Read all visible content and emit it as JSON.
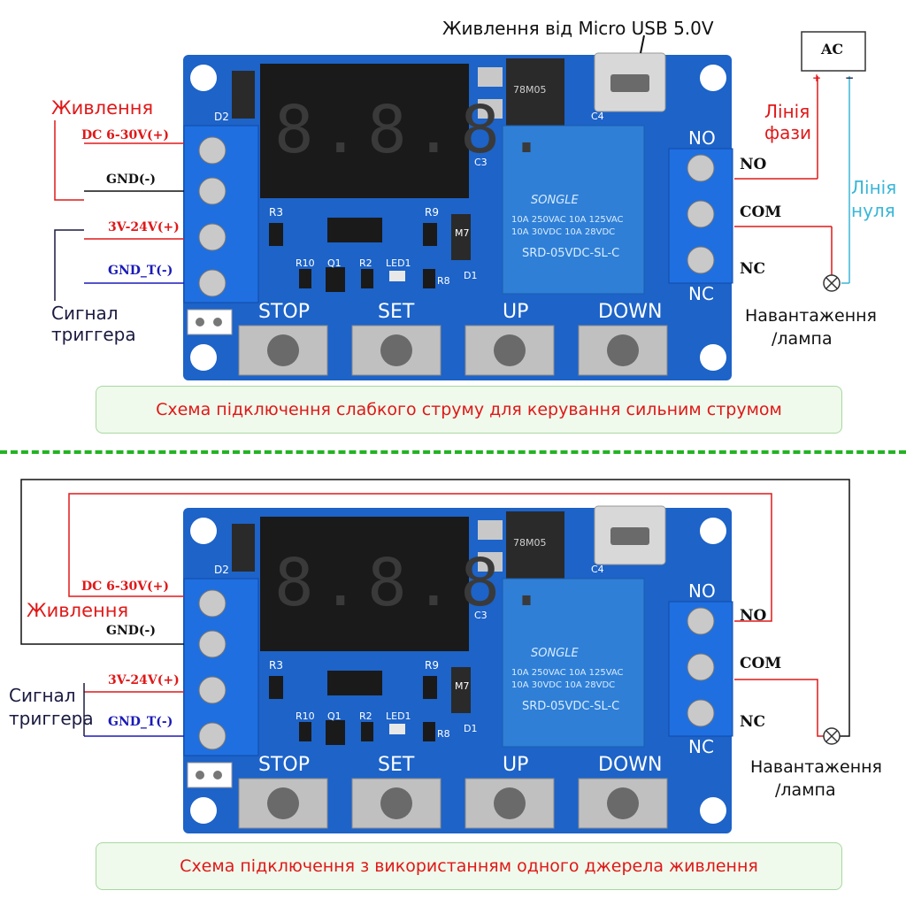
{
  "top": {
    "usb_label": "Живлення від Micro USB 5.0V",
    "power_label": "Живлення",
    "dc_label": "DC 6-30V(+)",
    "gnd_label": "GND(-)",
    "trig_pos_label": "3V-24V(+)",
    "trig_neg_label": "GND_T(-)",
    "trigger_label_1": "Сигнал",
    "trigger_label_2": "триггера",
    "ac_label": "AC",
    "ac_plus": "+",
    "ac_minus": "−",
    "phase_label_1": "Лінія",
    "phase_label_2": "фази",
    "neutral_label_1": "Лінія",
    "neutral_label_2": "нуля",
    "no_label": "NO",
    "com_label": "COM",
    "nc_label": "NC",
    "load_label_1": "Навантаження",
    "load_label_2": "/лампа",
    "caption": "Схема підключення слабкого струму для керування сильним струмом"
  },
  "bottom": {
    "power_label": "Живлення",
    "dc_label": "DC 6-30V(+)",
    "gnd_label": "GND(-)",
    "trig_pos_label": "3V-24V(+)",
    "trig_neg_label": "GND_T(-)",
    "trigger_label_1": "Сигнал",
    "trigger_label_2": "триггера",
    "no_label": "NO",
    "com_label": "COM",
    "nc_label": "NC",
    "load_label_1": "Навантаження",
    "load_label_2": "/лампа",
    "caption": "Схема підключення з використанням одного джерела живлення"
  },
  "board": {
    "button_stop": "STOP",
    "button_set": "SET",
    "button_up": "UP",
    "button_down": "DOWN",
    "relay_no": "NO",
    "relay_nc": "NC",
    "relay_brand": "SONGLE",
    "relay_model": "SRD-05VDC-SL-C",
    "relay_rating_1": "10A 250VAC  10A 125VAC",
    "relay_rating_2": "10A 30VDC  10A 28VDC",
    "display_digits": "8.8.8.",
    "silk_d2": "D2",
    "silk_r3": "R3",
    "silk_r9": "R9",
    "silk_r10": "R10",
    "silk_q1": "Q1",
    "silk_r2": "R2",
    "silk_led1": "LED1",
    "silk_r8": "R8",
    "silk_d1": "D1",
    "silk_c3": "C3",
    "silk_m7": "M7",
    "silk_78m05": "78M05",
    "silk_c4": "C4"
  },
  "colors": {
    "pcb": "#1d63c8",
    "display": "#1a1a1a",
    "relay": "#2f7fd6",
    "terminal": "#1f6fe0",
    "red_wire": "#e01818",
    "blue_wire": "#1a1ab8",
    "black_wire": "#111111",
    "cyan_wire": "#3ab6d8",
    "caption_red": "#e01818",
    "divider_green": "#22b322"
  }
}
